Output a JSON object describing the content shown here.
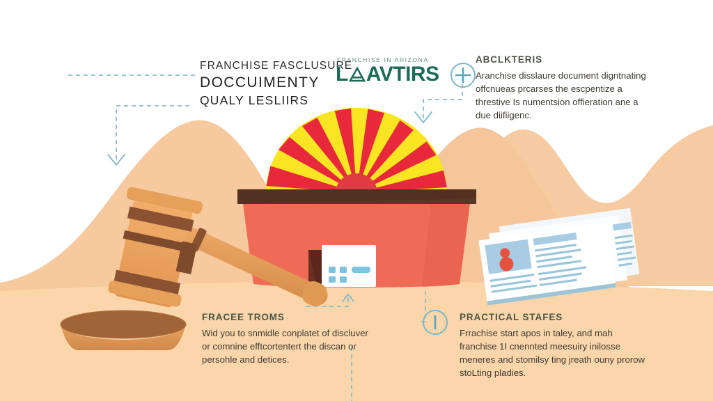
{
  "theme": {
    "sky": "#ffffff",
    "mountain_far": "#f5c9a0",
    "mountain_near": "#f7cda5",
    "ground": "#fbd8ae",
    "accent_teal": "#7fb6c4",
    "brand_green": "#1e6b58",
    "brand_tagline_green": "#5f8f82",
    "flag_red": "#e8293b",
    "flag_yellow": "#f9e521",
    "building_wall": "#ef6b55",
    "building_roof": "#5a3526",
    "gavel_light": "#f0a45e",
    "gavel_mid": "#d98f48",
    "gavel_dark": "#8a5230",
    "paper_white": "#ffffff",
    "paper_blue": "#9cc7e0",
    "seal_red": "#e8503f",
    "title_text": "#4a5444",
    "body_text": "#3e3a33"
  },
  "heading": {
    "line1": "FRANCHISE FASCLUSURE",
    "line2": "DOCCUIMENTY",
    "line3": "QUALY LESLIIRS"
  },
  "logo": {
    "tagline": "FRANCHISE IN ARIZONA",
    "word_left": "L",
    "word_right": "AVTIRS",
    "mark_name": "triangle-a-mark"
  },
  "callouts": [
    {
      "id": "benefits",
      "title": "ABCLKTERIS",
      "body": "Aranchise disslaure document digntnating offcnueas prcarses the escpentize a threstive Is numentsion offieration ane a due diifiigenc.",
      "icon": "plus-circle-icon"
    },
    {
      "id": "process",
      "title": "FRACEE TROMS",
      "body": "Wid you to snmidle conplatet of discluver or comnine efftcortentert the discan or persohle and detices.",
      "icon": "up-arrow-icon"
    },
    {
      "id": "practical",
      "title": "PRACTICAL STAFES",
      "body": "Frrachise start apos in taley, and mah franchise 1I cnennted meesuiry inilosse meneres and stomilsy ting jreath ouny prorow stoLting pladies.",
      "icon": "info-circle-icon"
    }
  ],
  "scene": {
    "flag_sun": {
      "name": "arizona-sunburst",
      "ray_count": 13,
      "colors": [
        "#e8293b",
        "#f9e521"
      ]
    },
    "building": {
      "name": "franchise-storefront",
      "sign_label": ""
    },
    "gavel": {
      "name": "judge-gavel"
    },
    "documents": {
      "name": "document-stack",
      "page_count": 3
    },
    "mountains": {
      "name": "desert-mountains",
      "peak_count": 3
    }
  }
}
